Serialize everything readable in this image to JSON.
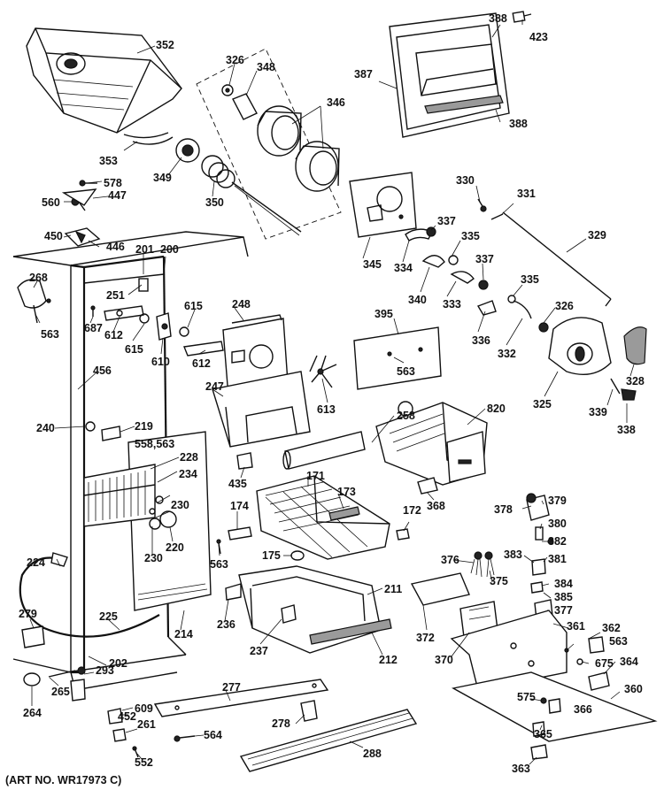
{
  "labels": {
    "l352": "352",
    "l326": "326",
    "l348": "348",
    "l346": "346",
    "l353": "353",
    "l349": "349",
    "l350": "350",
    "l578": "578",
    "l560": "560",
    "l447": "447",
    "l450": "450",
    "l446": "446",
    "l388a": "388",
    "l423": "423",
    "l387": "387",
    "l388b": "388",
    "l330": "330",
    "l331": "331",
    "l345": "345",
    "l337a": "337",
    "l335a": "335",
    "l329": "329",
    "l334": "334",
    "l340": "340",
    "l333": "333",
    "l337b": "337",
    "l335b": "335",
    "l336": "336",
    "l332": "332",
    "l326b": "326",
    "l325": "325",
    "l328": "328",
    "l339": "339",
    "l338": "338",
    "l201": "201",
    "l200": "200",
    "l268": "268",
    "l563a": "563",
    "l251": "251",
    "l687": "687",
    "l612a": "612",
    "l615a": "615",
    "l615b": "615",
    "l610": "610",
    "l612b": "612",
    "l248": "248",
    "l395": "395",
    "l563b": "563",
    "l456": "456",
    "l247": "247",
    "l613": "613",
    "l240": "240",
    "l219": "219",
    "l558": "558,563",
    "l228": "228",
    "l234": "234",
    "l230a": "230",
    "l230b": "230",
    "l220": "220",
    "l258": "258",
    "l820": "820",
    "l435": "435",
    "l171": "171",
    "l173": "173",
    "l368": "368",
    "l378": "378",
    "l379": "379",
    "l380": "380",
    "l174": "174",
    "l172": "172",
    "l382": "382",
    "l563c": "563",
    "l175": "175",
    "l376": "376",
    "l375": "375",
    "l383": "383",
    "l381": "381",
    "l384": "384",
    "l385": "385",
    "l224": "224",
    "l211": "211",
    "l377": "377",
    "l279": "279",
    "l225": "225",
    "l236": "236",
    "l214": "214",
    "l237": "237",
    "l212": "212",
    "l372": "372",
    "l370": "370",
    "l361": "361",
    "l362": "362",
    "l563d": "563",
    "l675": "675",
    "l364": "364",
    "l202": "202",
    "l293": "293",
    "l265": "265",
    "l264": "264",
    "l277": "277",
    "l575": "575",
    "l366": "366",
    "l360": "360",
    "l452": "452",
    "l609": "609",
    "l261": "261",
    "l278": "278",
    "l365": "365",
    "l564": "564",
    "l552": "552",
    "l288": "288",
    "l363": "363"
  },
  "caption": "(ART NO. WR17973 C)"
}
